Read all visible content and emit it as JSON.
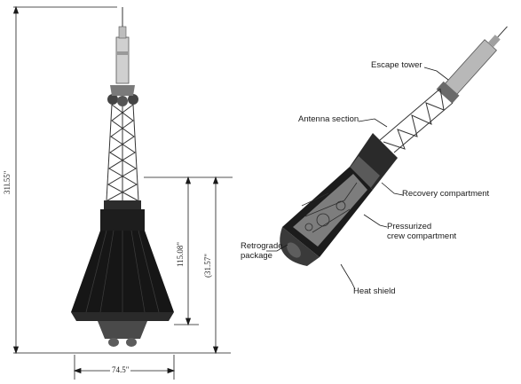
{
  "dimensions": {
    "overall_height": "31l.55\"",
    "capsule_height": "115.08\"",
    "capsule_height_with_nose": "(31.57\"",
    "base_diameter": "74.5\""
  },
  "labels": {
    "escape_tower": "Escape tower",
    "antenna_section": "Antenna section",
    "recovery_compartment": "Recovery compartment",
    "pressurized_line1": "Pressurized",
    "pressurized_line2": "crew compartment",
    "retrograde_line1": "Retrograde",
    "retrograde_line2": "package",
    "heat_shield": "Heat shield"
  },
  "colors": {
    "ink": "#1a1a1a",
    "capsule_dark": "#161616",
    "capsule_mid": "#3a3a3a",
    "tower_light": "#c8c8c8"
  }
}
